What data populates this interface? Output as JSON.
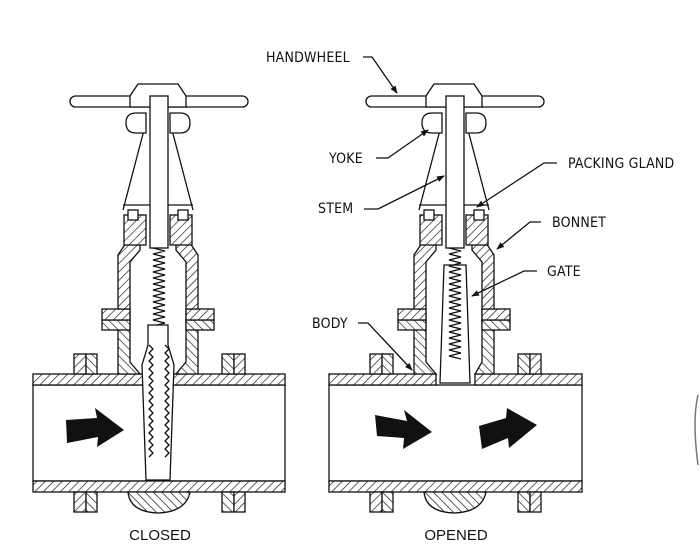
{
  "figure": {
    "title": "Gate valve cross-section: closed vs opened",
    "line_color": "#111111",
    "background": "#ffffff"
  },
  "callouts": [
    {
      "id": "handwheel",
      "text": "HANDWHEEL"
    },
    {
      "id": "yoke",
      "text": "YOKE"
    },
    {
      "id": "stem",
      "text": "STEM"
    },
    {
      "id": "packing_gland",
      "text": "PACKING  GLAND"
    },
    {
      "id": "bonnet",
      "text": "BONNET"
    },
    {
      "id": "gate",
      "text": "GATE"
    },
    {
      "id": "body",
      "text": "BODY"
    }
  ],
  "valves": [
    {
      "id": "closed",
      "caption": "CLOSED",
      "state": "closed",
      "flow_arrows": 1
    },
    {
      "id": "opened",
      "caption": "OPENED",
      "state": "open",
      "flow_arrows": 2
    }
  ]
}
